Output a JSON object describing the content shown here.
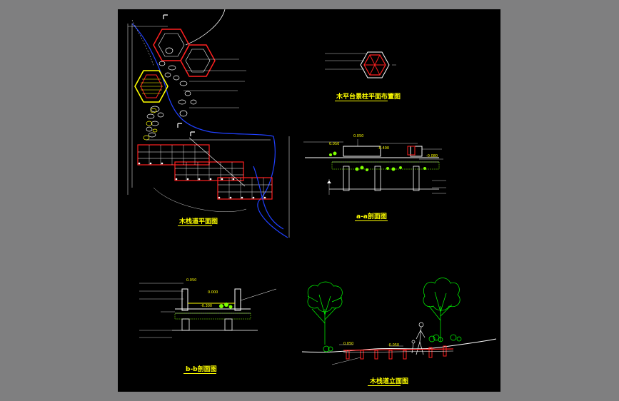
{
  "drawings": {
    "boardwalk_plan": {
      "title": "木栈道平面图"
    },
    "platform_plan": {
      "title": "木平台景柱平面布置图"
    },
    "section_a": {
      "title": "a-a剖面图",
      "elev_1": "0.050",
      "elev_2": "-0.400",
      "elev_3": "-0.080",
      "elev_4": "0.050"
    },
    "section_b": {
      "title": "b-b剖面图",
      "elev_1": "0.050",
      "elev_2": "0.000",
      "elev_3": "-0.300"
    },
    "elevation": {
      "title": "木栈道立面图",
      "elev_1": "0.050",
      "elev_2": "-0.050"
    }
  },
  "colors": {
    "background": "#000000",
    "frame": "#7f7f80",
    "title": "#ffff00",
    "annotation": "#7fff00",
    "outline": "#ffffff",
    "deck": "#ff2020",
    "water": "#0000ff",
    "vegetation": "#00ff00"
  }
}
